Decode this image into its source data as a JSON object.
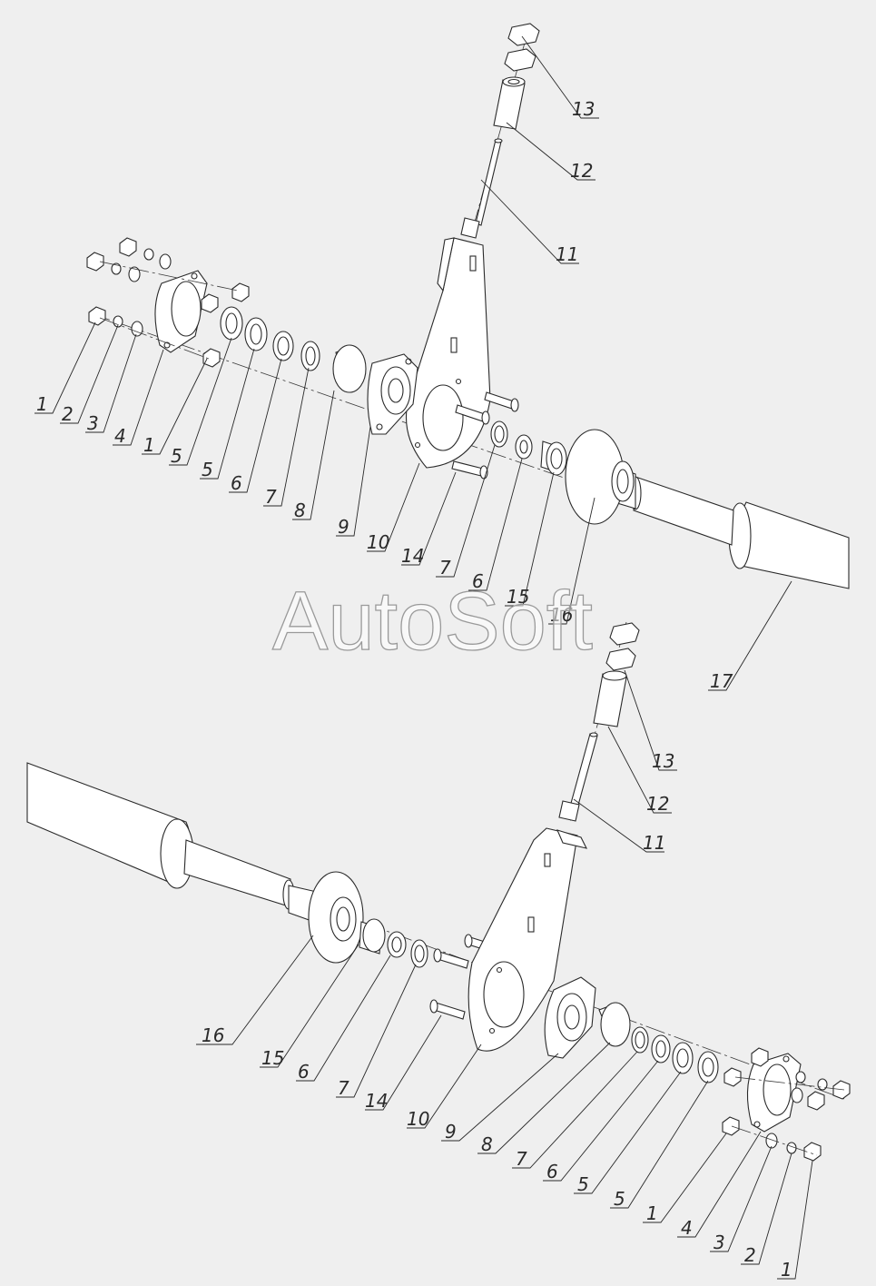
{
  "watermark": "AutoSoft",
  "top_assembly": {
    "labels": [
      "1",
      "2",
      "3",
      "4",
      "1",
      "5",
      "5",
      "6",
      "7",
      "8",
      "9",
      "10",
      "14",
      "7",
      "6",
      "15",
      "16",
      "17",
      "11",
      "12",
      "13"
    ]
  },
  "bottom_assembly": {
    "labels": [
      "16",
      "15",
      "6",
      "7",
      "14",
      "10",
      "9",
      "8",
      "7",
      "6",
      "5",
      "5",
      "1",
      "4",
      "3",
      "2",
      "1",
      "11",
      "12",
      "13"
    ]
  }
}
